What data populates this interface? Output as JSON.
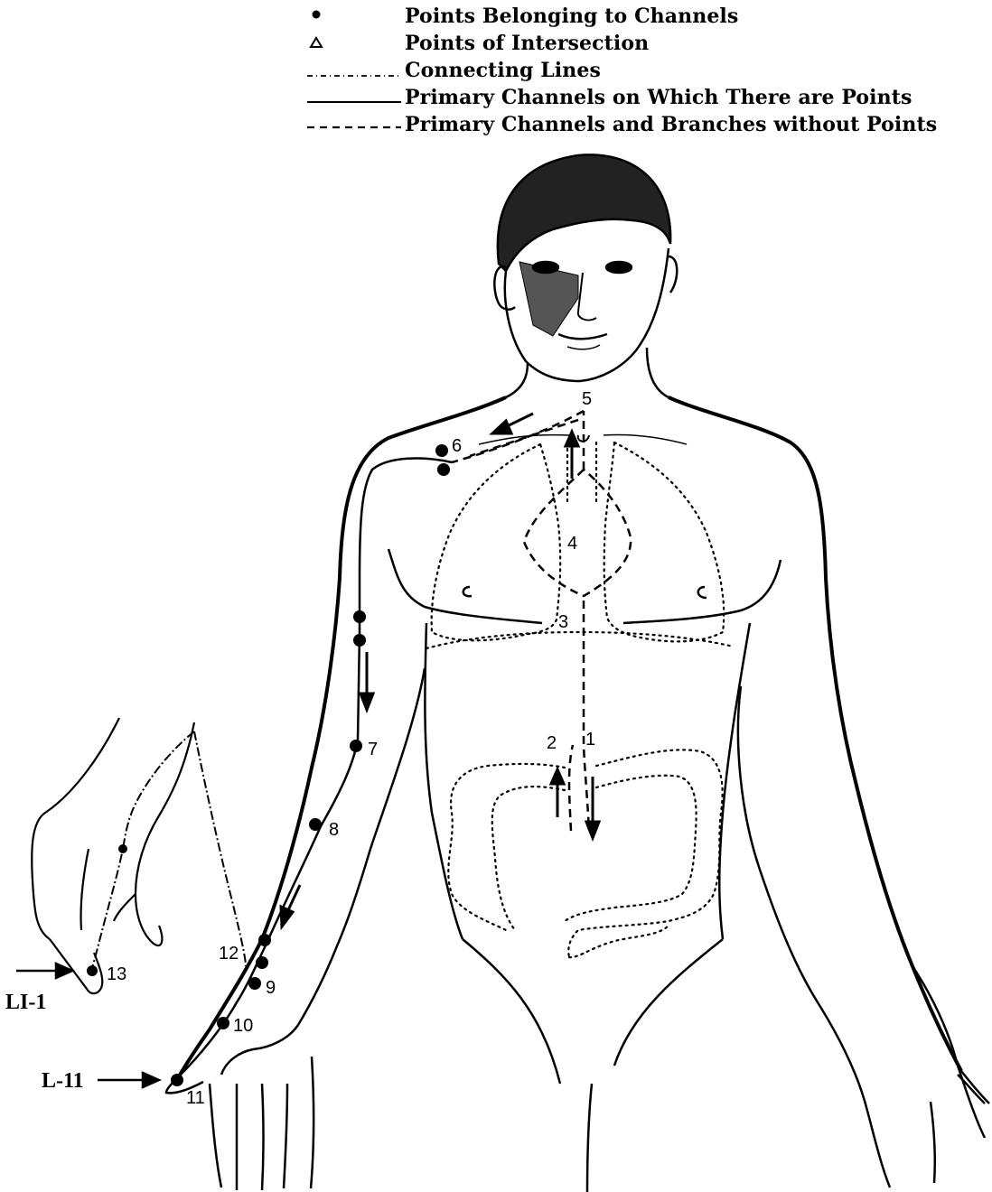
{
  "legend": {
    "items": [
      {
        "symbol": "filled-dot",
        "label": "Points Belonging to Channels"
      },
      {
        "symbol": "open-triangle",
        "label": "Points of Intersection"
      },
      {
        "symbol": "dash-dot-line",
        "label": "Connecting Lines"
      },
      {
        "symbol": "solid-line",
        "label": "Primary Channels on Which There are Points"
      },
      {
        "symbol": "dashed-line",
        "label": "Primary Channels and Branches without Points"
      }
    ]
  },
  "point_labels": {
    "p1": "1",
    "p2": "2",
    "p3": "3",
    "p4": "4",
    "p5": "5",
    "p6": "6",
    "p7": "7",
    "p8": "8",
    "p9": "9",
    "p10": "10",
    "p11": "11",
    "p12": "12",
    "p13": "13"
  },
  "side_labels": {
    "li1": "LI-1",
    "l11": "L-11"
  },
  "colors": {
    "ink": "#000000",
    "paper": "#ffffff"
  }
}
